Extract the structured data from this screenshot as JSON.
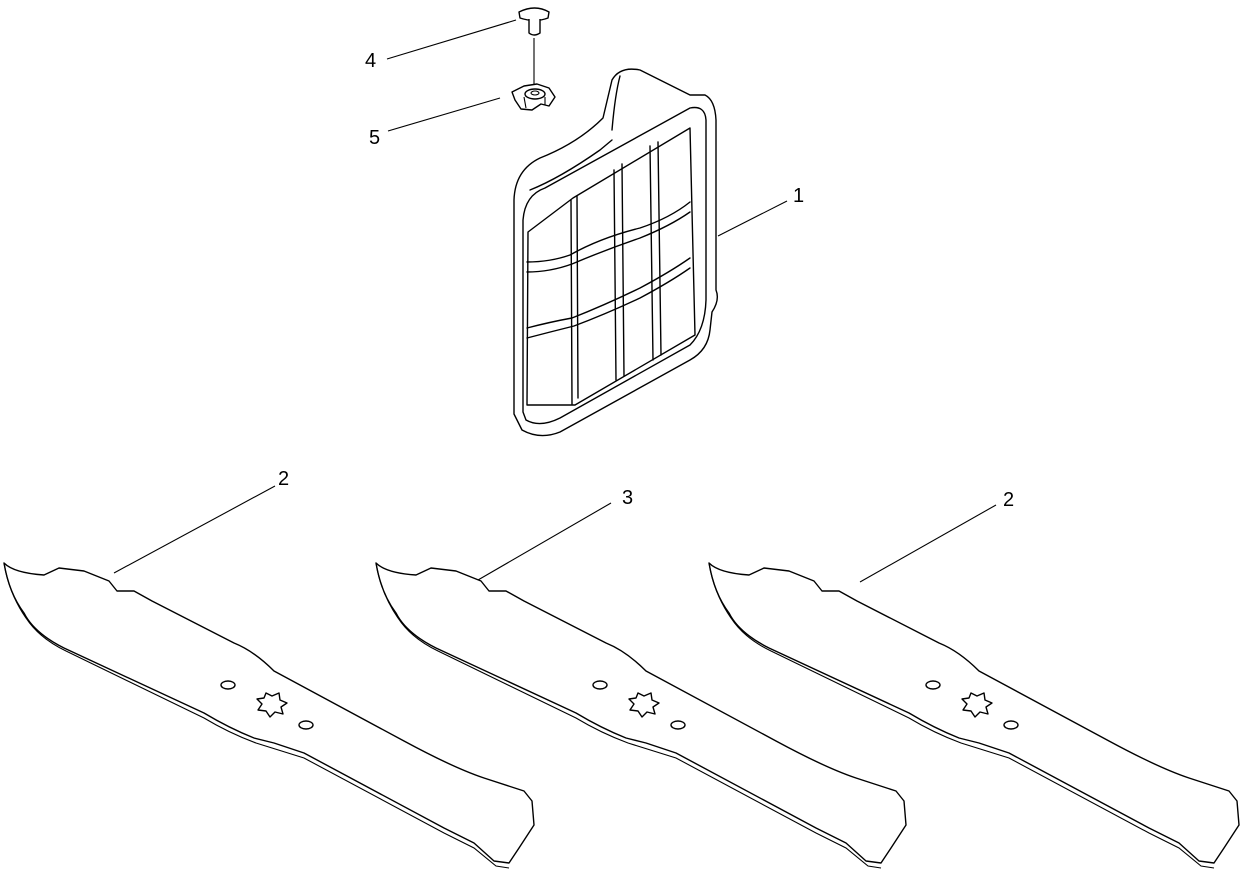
{
  "callouts": {
    "c1": "1",
    "c2a": "2",
    "c3": "3",
    "c2b": "2",
    "c4": "4",
    "c5": "5"
  }
}
